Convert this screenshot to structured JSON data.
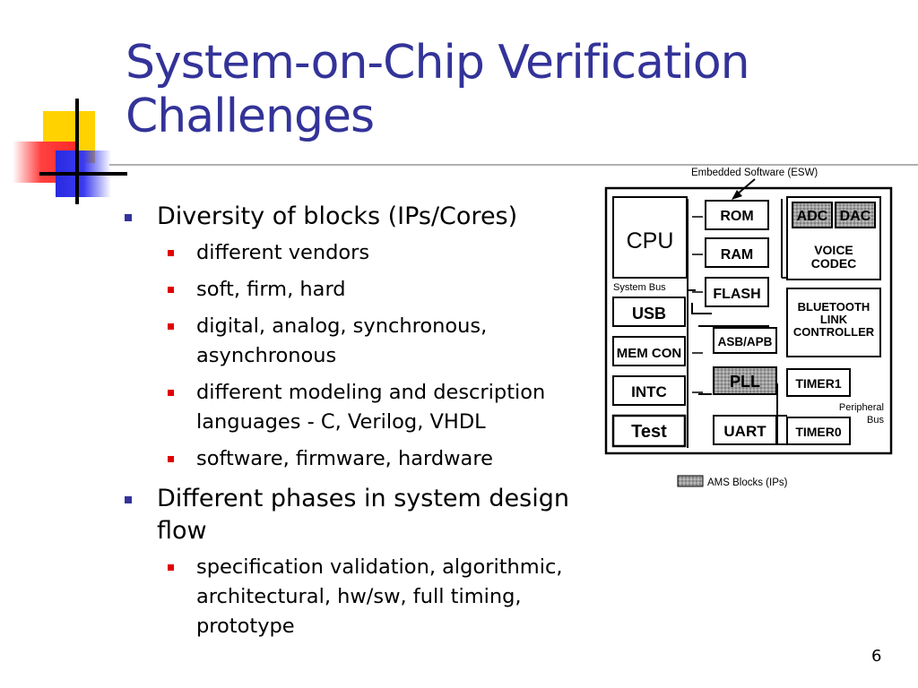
{
  "slide": {
    "title_line1": "System-on-Chip Verification",
    "title_line2": "Challenges",
    "page_number": "6"
  },
  "bullets": [
    {
      "text": "Diversity of blocks (IPs/Cores)",
      "sub": [
        "different vendors",
        "soft, firm, hard",
        "digital, analog, synchronous, asynchronous",
        "different modeling and description languages - C, Verilog, VHDL",
        "software, firmware, hardware"
      ]
    },
    {
      "text": "Different phases in system design flow",
      "sub": [
        "specification validation, algorithmic, architectural, hw/sw, full timing, prototype"
      ]
    }
  ],
  "diagram": {
    "esw_label": "Embedded Software (ESW)",
    "system_bus_label": "System Bus",
    "peripheral_bus_line1": "Peripheral",
    "peripheral_bus_line2": "Bus",
    "legend_label": "AMS Blocks (IPs)",
    "blocks": {
      "cpu": "CPU",
      "rom": "ROM",
      "ram": "RAM",
      "flash": "FLASH",
      "adc": "ADC",
      "dac": "DAC",
      "voice_line1": "VOICE",
      "voice_line2": "CODEC",
      "bt_line1": "BLUETOOTH",
      "bt_line2": "LINK",
      "bt_line3": "CONTROLLER",
      "usb": "USB",
      "memcon": "MEM CON",
      "asb": "ASB/APB",
      "pll": "PLL",
      "timer1": "TIMER1",
      "intc": "INTC",
      "test": "Test",
      "uart": "UART",
      "timer0": "TIMER0"
    }
  },
  "colors": {
    "title": "#333399",
    "level1_bullet": "#333399",
    "level2_bullet": "#e00000",
    "ams_fill": "#9a9a9a"
  }
}
